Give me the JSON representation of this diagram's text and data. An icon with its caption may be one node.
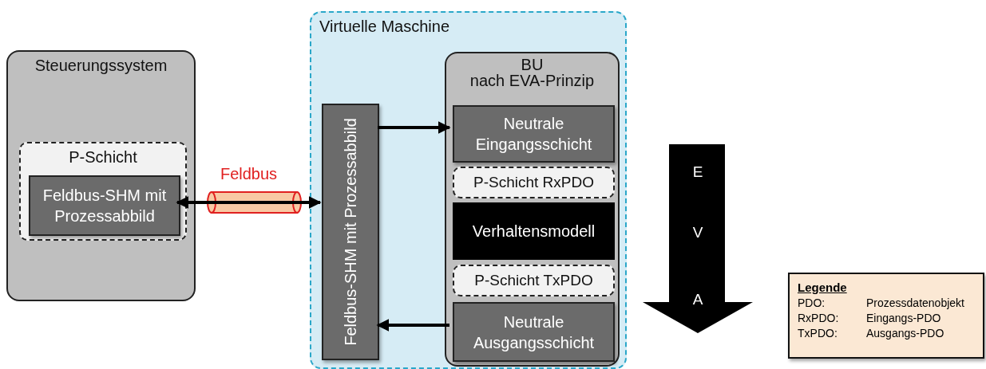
{
  "diagram": {
    "nodes": [
      {
        "text": [
          "Steuerungssystem"
        ]
      },
      {
        "text": [
          "P-Schicht"
        ],
        "in": 0
      },
      {
        "text": [
          "Feldbus-SHM mit Prozessabbild"
        ],
        "in": 1
      },
      {
        "text": [
          "Virtuelle Maschine"
        ]
      },
      {
        "text": [
          "Feldbus-SHM mit Prozessabbild"
        ],
        "in": 3
      },
      {
        "text": [
          "BU",
          "nach EVA-Prinzip"
        ],
        "in": 3
      },
      {
        "text": [
          "Neutrale Eingangsschicht"
        ],
        "in": 5
      },
      {
        "text": [
          "P-Schicht RxPDO"
        ],
        "in": 5
      },
      {
        "text": [
          "Verhaltensmodell"
        ],
        "in": 5
      },
      {
        "text": [
          "P-Schicht TxPDO"
        ],
        "in": 5
      },
      {
        "text": [
          "Neutrale Ausgangsschicht"
        ],
        "in": 5
      },
      {
        "text": [
          "E",
          "V",
          "A"
        ]
      }
    ],
    "edges": [
      {
        "from": 2,
        "to": 4,
        "arrow": "both",
        "label": "Feldbus"
      },
      {
        "from": 4,
        "to": 6,
        "arrow": "to"
      },
      {
        "from": 10,
        "to": 4,
        "arrow": "to"
      }
    ],
    "labels": [
      "Legende",
      "PDO:",
      "Prozessdatenobjekt",
      "RxPDO:",
      "Eingangs-PDO",
      "TxPDO:",
      "Ausgangs-PDO"
    ]
  }
}
